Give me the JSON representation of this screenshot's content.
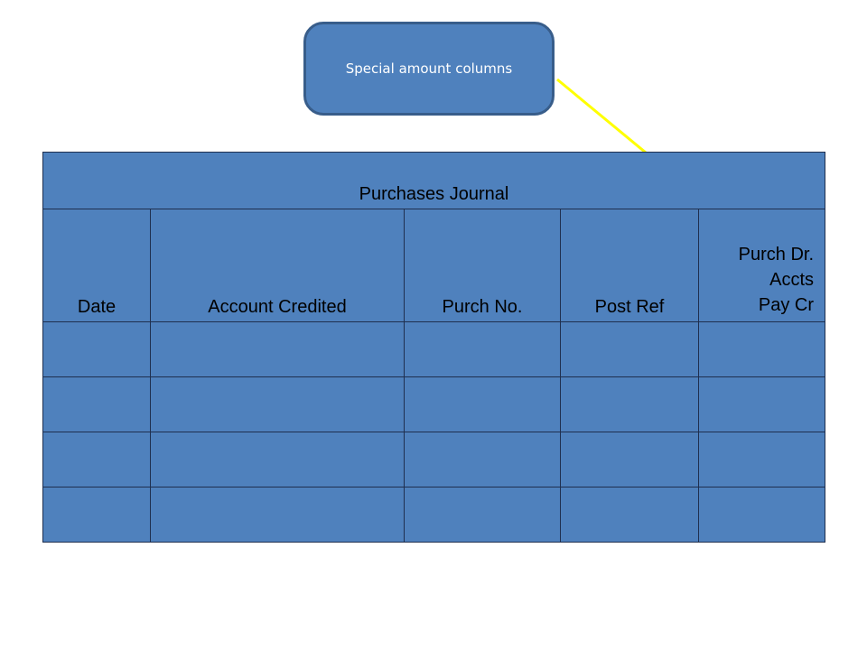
{
  "callout": {
    "label": "Special amount columns"
  },
  "journal": {
    "title": "Purchases Journal",
    "columns": [
      "Date",
      "Account Credited",
      "Purch No.",
      "Post Ref"
    ],
    "last_column_lines": [
      "Purch Dr.",
      "Accts",
      "Pay Cr"
    ],
    "empty_rows": 4
  },
  "colors": {
    "fill": "#4f81bd",
    "border": "#385d8a",
    "arrow": "#ffff00"
  }
}
